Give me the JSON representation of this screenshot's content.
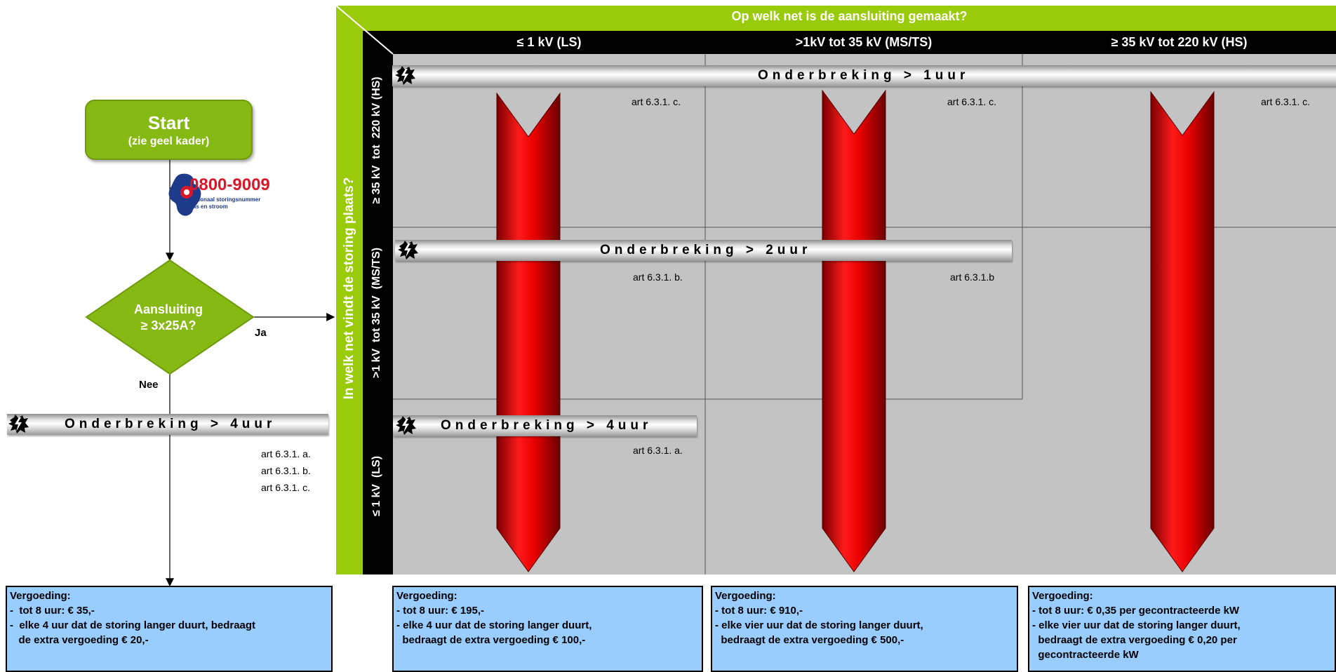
{
  "left_flow": {
    "start_title": "Start",
    "start_subtitle": "(zie geel kader)",
    "logo": {
      "number": "0800-9009",
      "line1": "Nationaal storingsnummer",
      "line2": "gas en stroom"
    },
    "decision_line1": "Aansluiting",
    "decision_line2": "≥ 3x25A?",
    "yes_label": "Ja",
    "no_label": "Nee",
    "interruption": "Onderbreking > 4uur",
    "articles": [
      "art 6.3.1. a.",
      "art 6.3.1. b.",
      "art 6.3.1. c."
    ]
  },
  "matrix": {
    "top_header": "Op welk net is de aansluiting gemaakt?",
    "left_header": "In welk net vindt de storing plaats?",
    "columns": [
      "≤ 1 kV (LS)",
      ">1kV tot 35 kV (MS/TS)",
      "≥ 35 kV tot 220 kV (HS)"
    ],
    "rows": [
      "≥ 35 kV  tot  220 kV (HS)",
      ">1 kV  tot 35 kV  (MS/TS)",
      "≤ 1 kV  (LS)"
    ],
    "bars": {
      "hs": "Onderbreking > 1uur",
      "ms": "Onderbreking > 2uur",
      "ls": "Onderbreking > 4uur"
    },
    "art_hs": [
      "art 6.3.1. c.",
      "art 6.3.1. c.",
      "art 6.3.1. c."
    ],
    "art_ms": [
      "art 6.3.1. b.",
      "art 6.3.1.b"
    ],
    "art_ls": "art 6.3.1. a."
  },
  "compensation": [
    {
      "title": "Vergoeding:",
      "lines": [
        "-  tot 8 uur: € 35,-",
        "-  elke 4 uur dat de storing langer duurt, bedraagt",
        "   de extra vergoeding € 20,-"
      ]
    },
    {
      "title": "Vergoeding:",
      "lines": [
        "- tot 8 uur: € 195,-",
        "- elke 4 uur dat de storing langer duurt,",
        "  bedraagt de extra vergoeding € 100,-"
      ]
    },
    {
      "title": "Vergoeding:",
      "lines": [
        "- tot 8 uur: € 910,-",
        "- elke vier uur dat de storing langer duurt,",
        "  bedraagt de extra vergoeding € 500,-"
      ]
    },
    {
      "title": "Vergoeding:",
      "lines": [
        "- tot 8 uur: € 0,35 per gecontracteerde kW",
        "- elke vier uur dat de storing langer duurt,",
        "  bedraagt de extra vergoeding € 0,20 per",
        "  gecontracteerde kW"
      ]
    }
  ],
  "colors": {
    "green": "#9acb0b",
    "start_green": "#86b914",
    "matrix_grey": "#c3c3c3",
    "arrow_red": "#e00000",
    "box_blue": "#99ccff"
  }
}
